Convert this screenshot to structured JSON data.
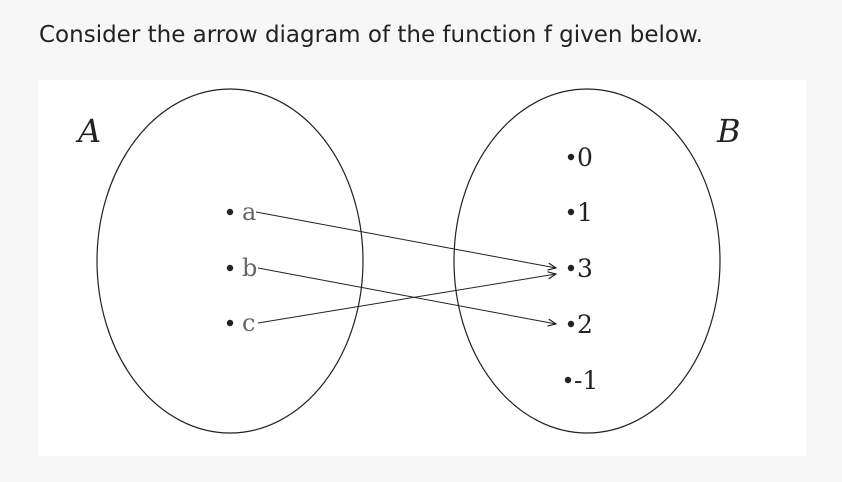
{
  "question": "Consider the arrow diagram of the function f given below.",
  "diagram": {
    "domain": {
      "name": "A",
      "elements": [
        "a",
        "b",
        "c"
      ]
    },
    "codomain": {
      "name": "B",
      "elements": [
        "0",
        "1",
        "3",
        "2",
        "-1"
      ]
    },
    "mapping": [
      {
        "from": "a",
        "to": "3"
      },
      {
        "from": "b",
        "to": "2"
      },
      {
        "from": "c",
        "to": "3"
      }
    ]
  }
}
